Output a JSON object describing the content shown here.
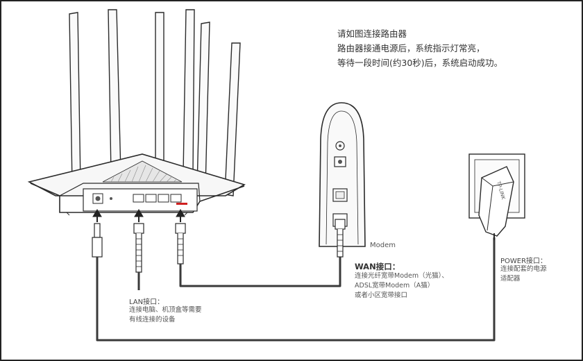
{
  "instructions": {
    "line1": "请如图连接路由器",
    "line2": "路由器接通电源后，系统指示灯常亮，",
    "line3": "等待一段时间(约30秒)后，系统启动成功。"
  },
  "modem": {
    "label": "Modem"
  },
  "wan": {
    "title": "WAN接口：",
    "desc1": "连接光纤宽带Modem（光猫）、",
    "desc2": "ADSL宽带Modem（A猫）",
    "desc3": "或者小区宽带接口"
  },
  "lan": {
    "title": "LAN接口：",
    "desc1": "连接电脑、机顶盒等需要",
    "desc2": "有线连接的设备"
  },
  "power": {
    "title": "POWER接口：",
    "desc1": "连接配套的电源",
    "desc2": "适配器"
  },
  "adapter": {
    "brand": "TP-LINK"
  },
  "colors": {
    "line": "#444444",
    "cable": "#3a3a3a",
    "outline": "#2a2a2a",
    "wan_port": "#d02020"
  }
}
